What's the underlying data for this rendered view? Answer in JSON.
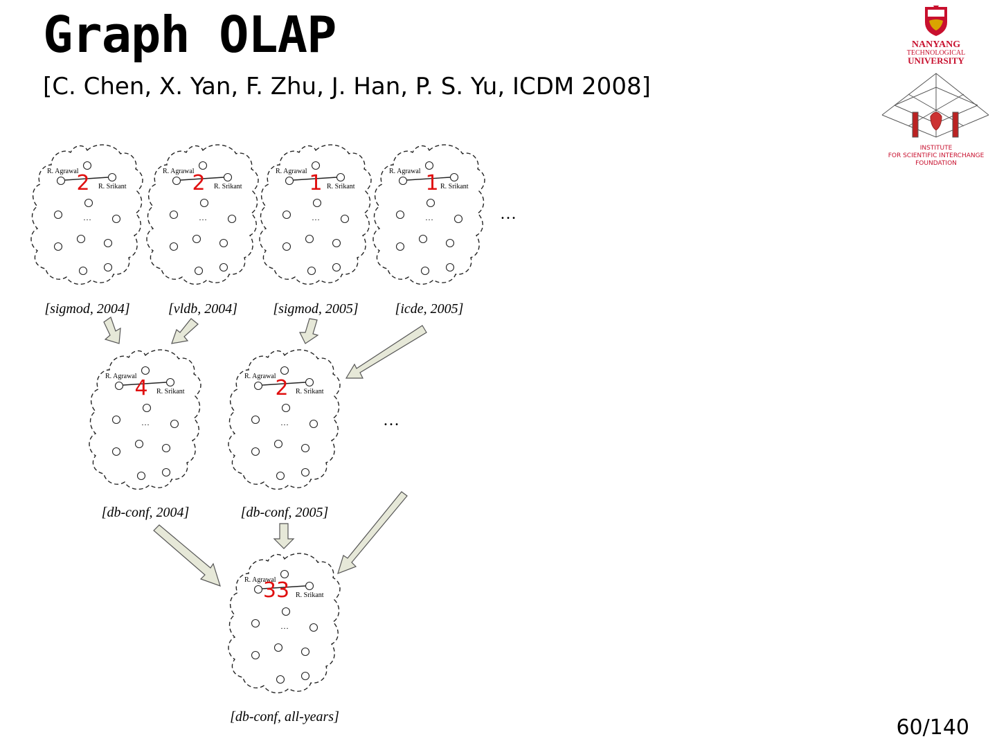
{
  "slide": {
    "title": "Graph OLAP",
    "subtitle": "[C. Chen, X. Yan, F. Zhu, J. Han, P. S. Yu, ICDM 2008]",
    "page": "60/140"
  },
  "logo": {
    "university_line1": "NANYANG",
    "university_line2": "TECHNOLOGICAL",
    "university_line3": "UNIVERSITY",
    "institute_line1": "INSTITUTE",
    "institute_line2": "FOR SCIENTIFIC INTERCHANGE",
    "institute_line3": "FOUNDATION"
  },
  "diagram": {
    "node_a": "R. Agrawal",
    "node_b": "R. Srikant",
    "inner_ellipsis": "…",
    "ellipsis": "…",
    "graphs": [
      {
        "label": "[sigmod, 2004]",
        "weight": "2"
      },
      {
        "label": "[vldb, 2004]",
        "weight": "2"
      },
      {
        "label": "[sigmod, 2005]",
        "weight": "1"
      },
      {
        "label": "[icde, 2005]",
        "weight": "1"
      },
      {
        "label": "[db-conf, 2004]",
        "weight": "4"
      },
      {
        "label": "[db-conf, 2005]",
        "weight": "2"
      },
      {
        "label": "[db-conf, all-years]",
        "weight": "33"
      }
    ]
  },
  "colors": {
    "weight": "#e01010",
    "arrow_fill": "#e6e8d8",
    "arrow_stroke": "#555555"
  }
}
